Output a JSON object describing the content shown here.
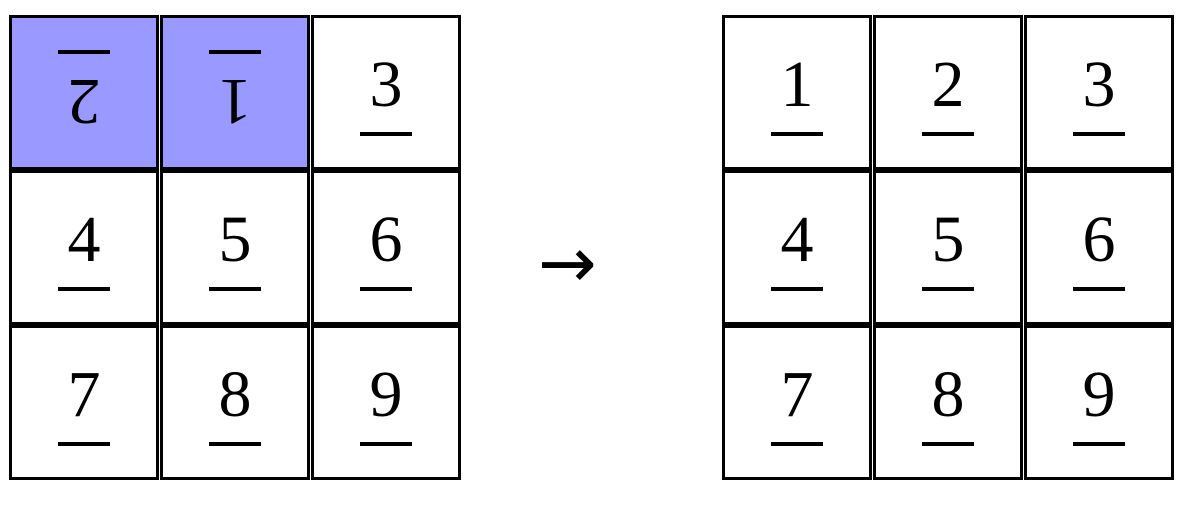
{
  "colors": {
    "highlight": "#9999ff",
    "border": "#000000"
  },
  "left_grid": [
    {
      "label": "2",
      "flipped": true
    },
    {
      "label": "1",
      "flipped": true
    },
    {
      "label": "3",
      "flipped": false
    },
    {
      "label": "4",
      "flipped": false
    },
    {
      "label": "5",
      "flipped": false
    },
    {
      "label": "6",
      "flipped": false
    },
    {
      "label": "7",
      "flipped": false
    },
    {
      "label": "8",
      "flipped": false
    },
    {
      "label": "9",
      "flipped": false
    }
  ],
  "arrow": "→",
  "right_grid": [
    {
      "label": "1",
      "flipped": false
    },
    {
      "label": "2",
      "flipped": false
    },
    {
      "label": "3",
      "flipped": false
    },
    {
      "label": "4",
      "flipped": false
    },
    {
      "label": "5",
      "flipped": false
    },
    {
      "label": "6",
      "flipped": false
    },
    {
      "label": "7",
      "flipped": false
    },
    {
      "label": "8",
      "flipped": false
    },
    {
      "label": "9",
      "flipped": false
    }
  ]
}
